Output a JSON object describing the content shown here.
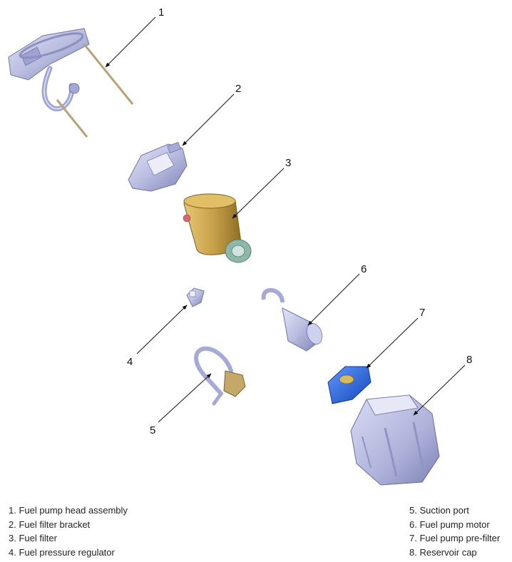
{
  "callouts": [
    {
      "num": "1"
    },
    {
      "num": "2"
    },
    {
      "num": "3"
    },
    {
      "num": "4"
    },
    {
      "num": "5"
    },
    {
      "num": "6"
    },
    {
      "num": "7"
    },
    {
      "num": "8"
    }
  ],
  "legend": {
    "left": [
      "1. Fuel pump head assembly",
      "2. Fuel filter bracket",
      "3. Fuel filter",
      "4. Fuel pressure regulator"
    ],
    "right": [
      "5. Suction port",
      "6. Fuel pump motor",
      "7. Fuel pump pre-filter",
      "8. Reservoir cap"
    ]
  },
  "colors": {
    "part_body": "#b9bde0",
    "part_shadow": "#8c90bf",
    "filter_gold": "#c9a24a",
    "filter_gold_dark": "#9a7a2e",
    "prefilter_blue": "#2f6fe0",
    "rod_tan": "#b7a27a",
    "arrow": "#111111"
  }
}
